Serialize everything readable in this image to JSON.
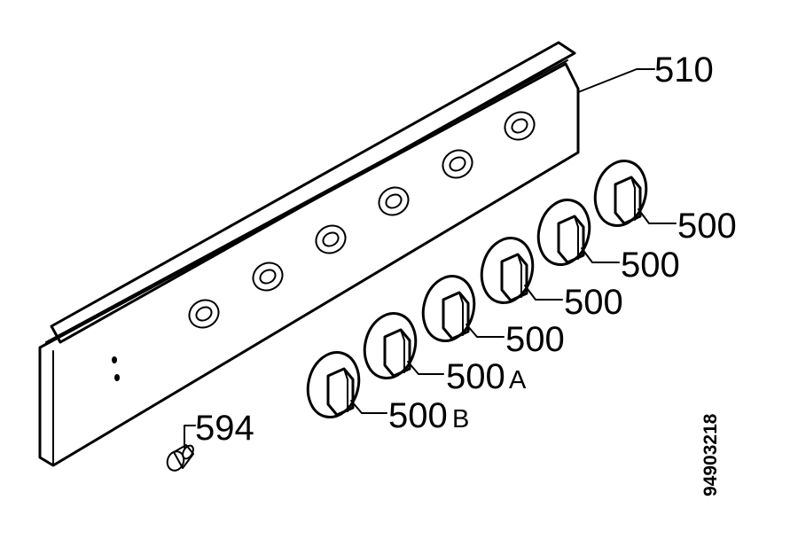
{
  "labels": {
    "panel": "510",
    "knob1": "500",
    "knob2": "500",
    "knob3": "500",
    "knob4": "500",
    "knob_a_num": "500",
    "knob_a_letter": "A",
    "knob_b_num": "500",
    "knob_b_letter": "B",
    "screw": "594",
    "drawing_number": "94903218"
  }
}
